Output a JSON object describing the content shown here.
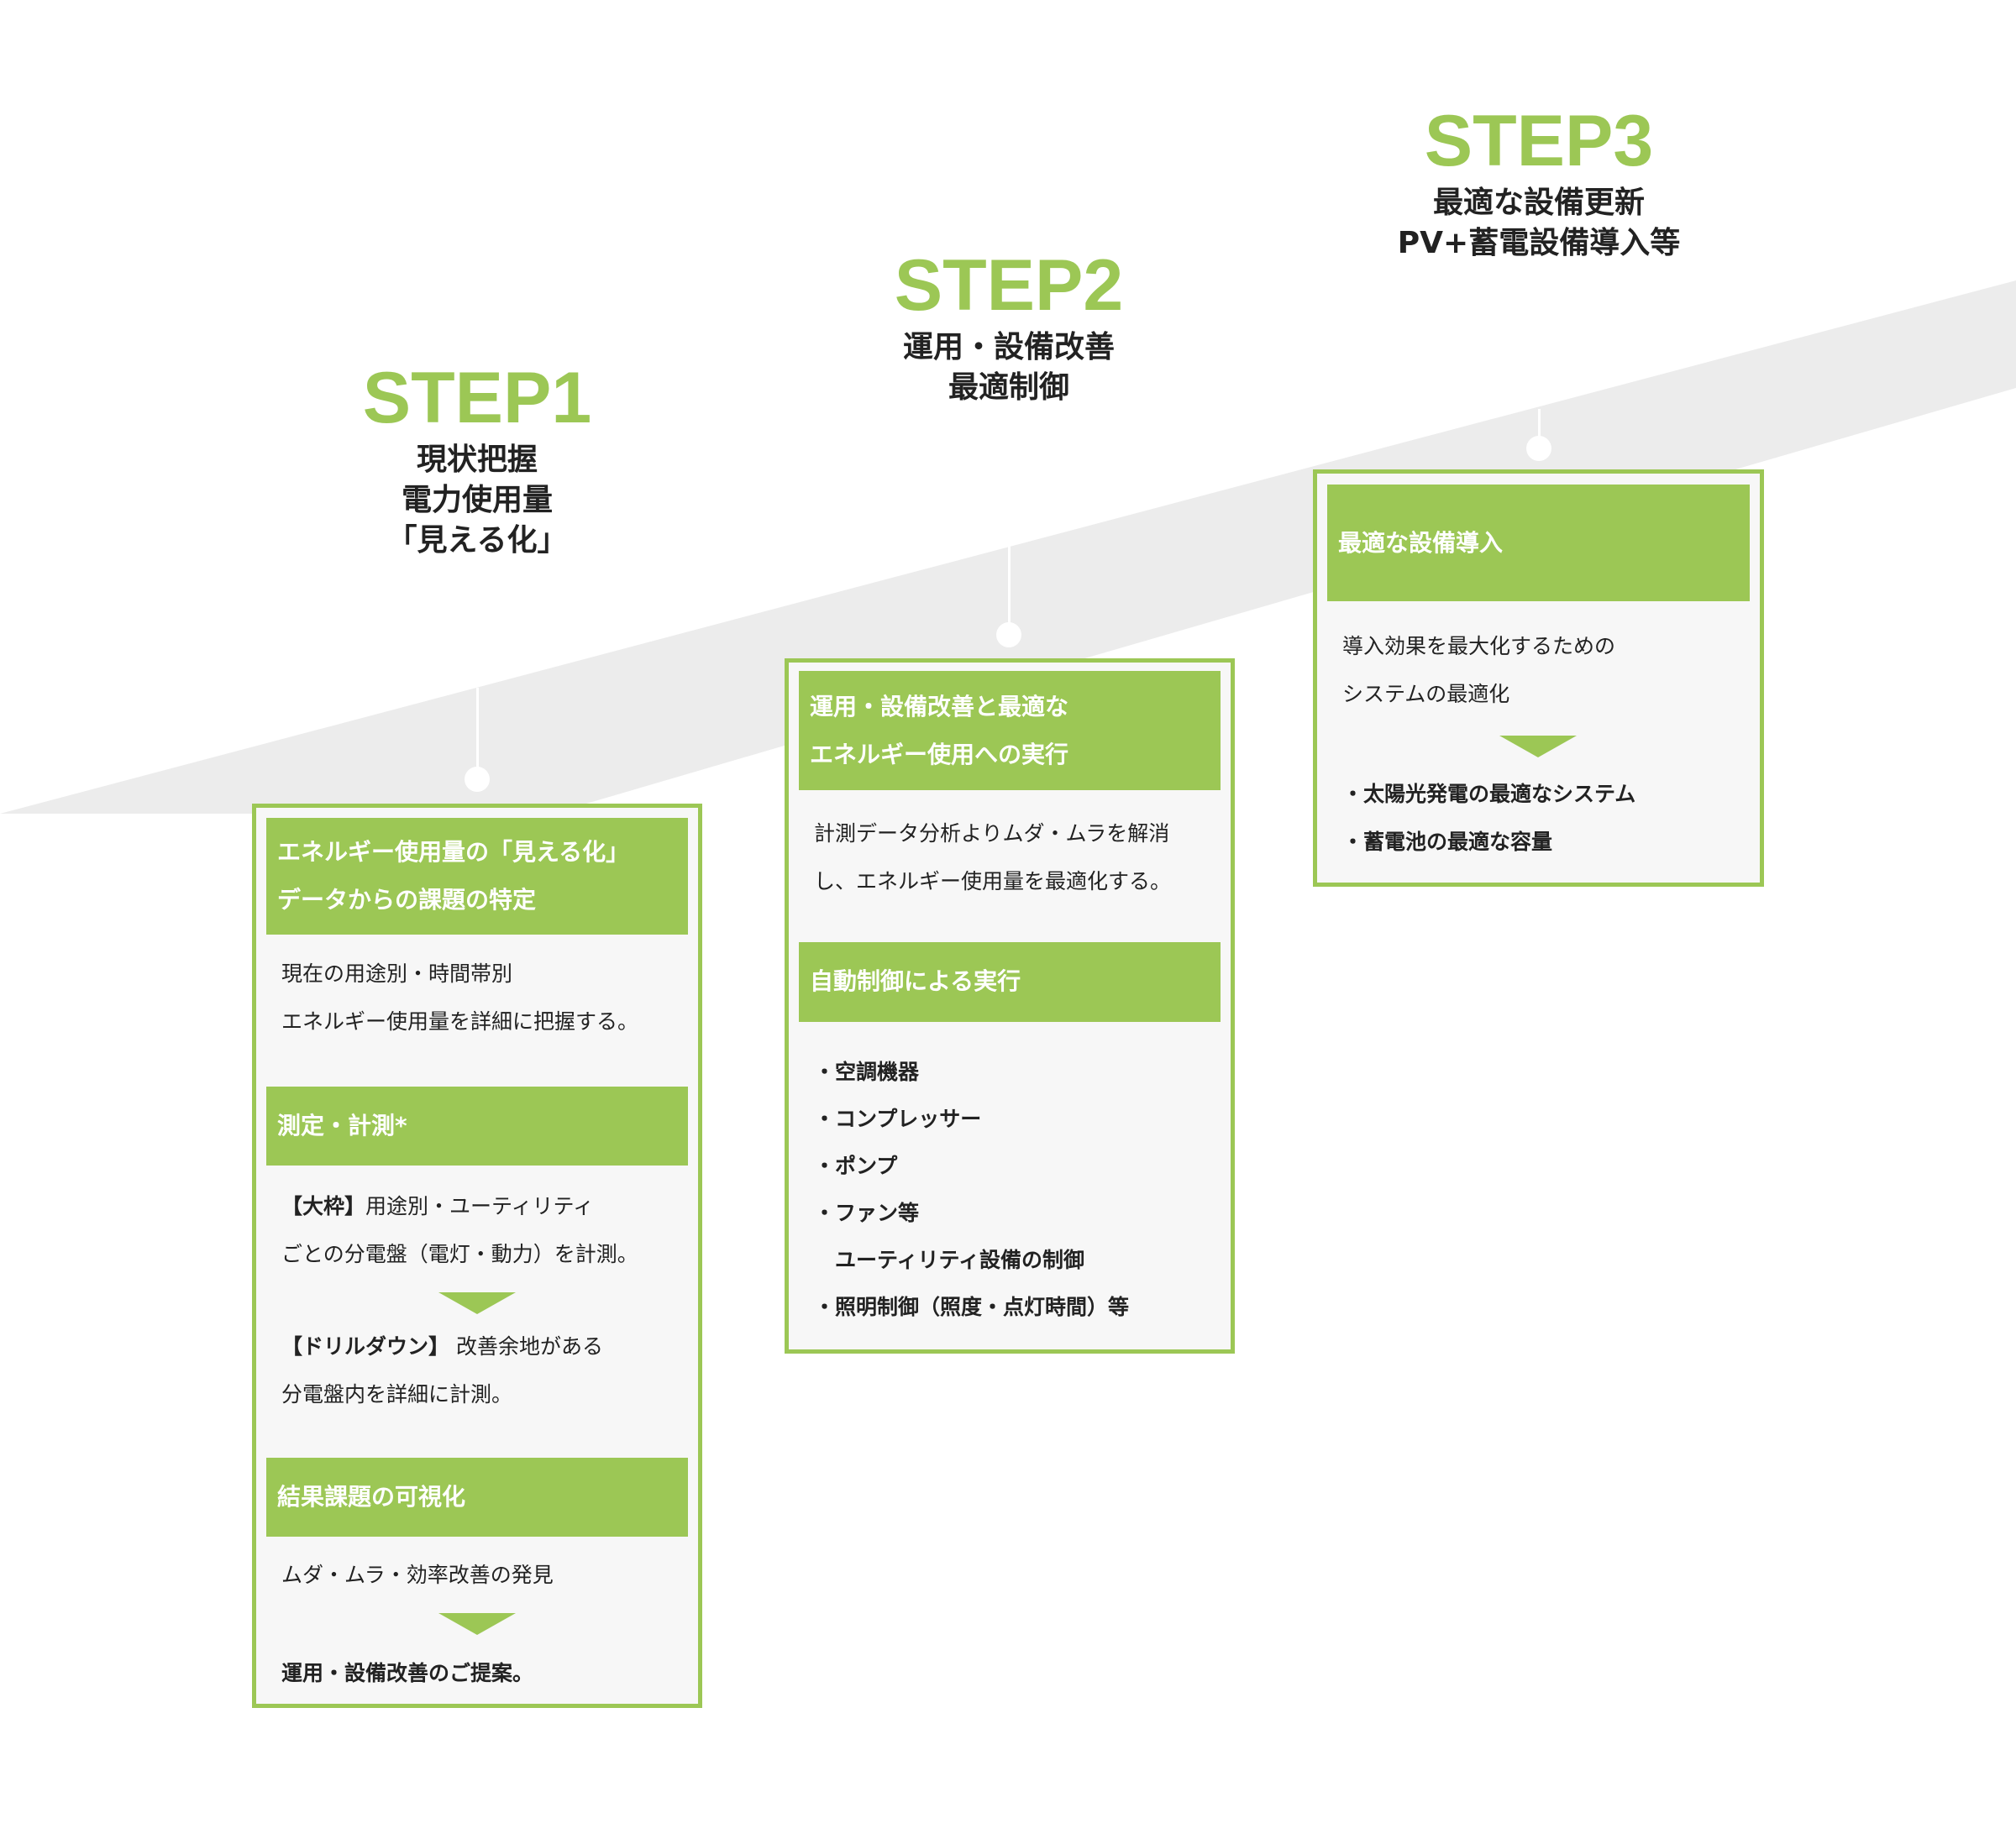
{
  "colors": {
    "accent": "#9cc755",
    "band": "#ececec",
    "box_bg": "#f7f7f7"
  },
  "steps": [
    {
      "label": "STEP1",
      "subtitle": [
        "現状把握",
        "電力使用量",
        "「見える化」"
      ],
      "sections": [
        {
          "header": [
            "エネルギー使用量の「見える化」",
            "データからの課題の特定"
          ],
          "body": [
            "現在の用途別・時間帯別",
            "エネルギー使用量を詳細に把握する。"
          ]
        },
        {
          "header": [
            "測定・計測*"
          ],
          "body_bold_prefix": "【大枠】",
          "body": [
            "用途別・ユーティリティ",
            "ごとの分電盤（電灯・動力）を計測。"
          ],
          "after_arrow_bold_prefix": "【ドリルダウン】",
          "after_arrow": [
            " 改善余地がある",
            "分電盤内を詳細に計測。"
          ]
        },
        {
          "header": [
            "結果課題の可視化"
          ],
          "body": [
            "ムダ・ムラ・効率改善の発見"
          ],
          "result": "運用・設備改善のご提案。"
        }
      ]
    },
    {
      "label": "STEP2",
      "subtitle": [
        "運用・設備改善",
        "最適制御"
      ],
      "sections": [
        {
          "header": [
            "運用・設備改善と最適な",
            "エネルギー使用への実行"
          ],
          "body": [
            "計測データ分析よりムダ・ムラを解消",
            "し、エネルギー使用量を最適化する。"
          ]
        },
        {
          "header": [
            "自動制御による実行"
          ],
          "list": [
            "・空調機器",
            "・コンプレッサー",
            "・ポンプ",
            "・ファン等",
            "　ユーティリティ設備の制御",
            "・照明制御（照度・点灯時間）等"
          ]
        }
      ]
    },
    {
      "label": "STEP3",
      "subtitle": [
        "最適な設備更新",
        "PV+蓄電設備導入等"
      ],
      "sections": [
        {
          "header": [
            "最適な設備導入"
          ],
          "body": [
            "導入効果を最大化するための",
            "システムの最適化"
          ],
          "list": [
            "・太陽光発電の最適なシステム",
            "・蓄電池の最適な容量"
          ]
        }
      ]
    }
  ]
}
